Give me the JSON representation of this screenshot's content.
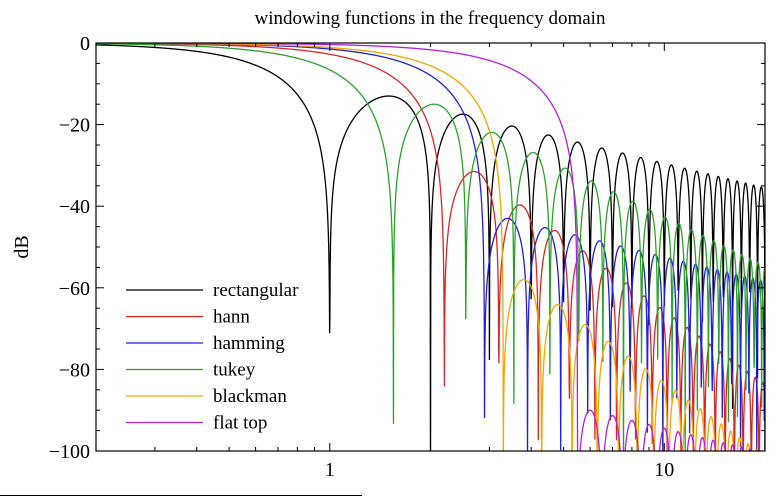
{
  "chart_data": {
    "type": "line",
    "title": "windowing functions in the frequency domain",
    "xlabel": "",
    "ylabel": "dB",
    "xscale": "log",
    "xlim": [
      0.2,
      20
    ],
    "ylim": [
      -100,
      0
    ],
    "xticks": [
      {
        "value": 1,
        "label": "1"
      },
      {
        "value": 10,
        "label": "10"
      }
    ],
    "yticks": [
      {
        "value": 0,
        "label": "0"
      },
      {
        "value": -20,
        "label": "−20"
      },
      {
        "value": -40,
        "label": "−40"
      },
      {
        "value": -60,
        "label": "−60"
      },
      {
        "value": -80,
        "label": "−80"
      },
      {
        "value": -100,
        "label": "−100"
      }
    ],
    "grid": false,
    "legend_position": "bottom-left",
    "series": [
      {
        "name": "rectangular",
        "color": "#000000",
        "first_null": 1,
        "sidelobe_peak_db": -13,
        "rolloff_db_per_decade": 20,
        "nulls_per_unit": 1
      },
      {
        "name": "hann",
        "color": "#d62728",
        "first_null": 2.2,
        "sidelobe_peak_db": -31.5,
        "rolloff_db_per_decade": 60,
        "nulls_per_unit": 1
      },
      {
        "name": "hamming",
        "color": "#1f1fe0",
        "first_null": 2.9,
        "sidelobe_peak_db": -43,
        "rolloff_db_per_decade": 20,
        "nulls_per_unit": 1
      },
      {
        "name": "tukey",
        "color": "#2ca02c",
        "first_null": 1.55,
        "sidelobe_peak_db": -15,
        "rolloff_db_per_decade": 40,
        "nulls_per_unit": 1
      },
      {
        "name": "blackman",
        "color": "#f5a700",
        "first_null": 3.3,
        "sidelobe_peak_db": -58,
        "rolloff_db_per_decade": 60,
        "nulls_per_unit": 1
      },
      {
        "name": "flat top",
        "color": "#b31fe0",
        "first_null": 5.5,
        "sidelobe_peak_db": -90,
        "rolloff_db_per_decade": 20,
        "nulls_per_unit": 1
      }
    ]
  }
}
